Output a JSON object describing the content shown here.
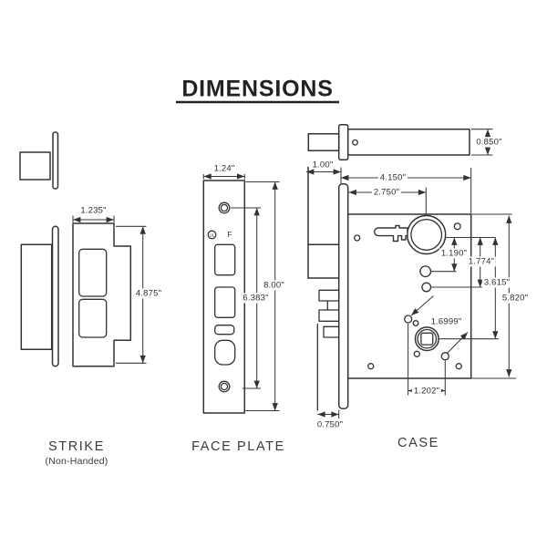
{
  "title": "DIMENSIONS",
  "strike": {
    "label": "STRIKE",
    "sublabel": "(Non-Handed)",
    "width": "1.235\"",
    "height": "4.875\""
  },
  "face_plate": {
    "label": "FACE PLATE",
    "width": "1.24\"",
    "outer_height": "8.00\"",
    "inner_height": "6.383\"",
    "ul_mark": "UL",
    "f_mark": "F"
  },
  "case": {
    "label": "CASE",
    "body_height": "0.850\"",
    "front_offset": "1.00\"",
    "width": "4.150\"",
    "cylinder_offset": "2.750\"",
    "hub_offset_1": "1.190\"",
    "hub_offset_2": "1.774\"",
    "spindle_offset": "3.615\"",
    "height": "5.820\"",
    "screw_diagonal": "1.6999\"",
    "screw_spacing": "1.202\"",
    "front_width": "0.750\""
  },
  "colors": {
    "line": "#333333",
    "text": "#2e2e2e",
    "background": "#ffffff"
  }
}
